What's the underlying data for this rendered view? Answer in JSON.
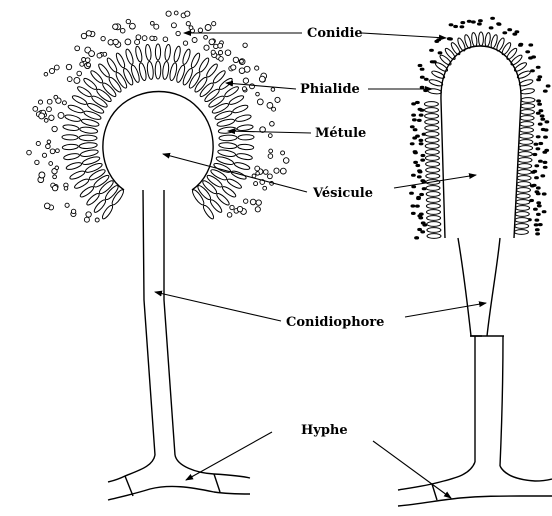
{
  "labels": {
    "conidie": "Conidie",
    "phialide": "Phialide",
    "metule": "Métule",
    "vesicule": "Vésicule",
    "conidiophore": "Conidiophore",
    "hyphe": "Hyphe"
  }
}
